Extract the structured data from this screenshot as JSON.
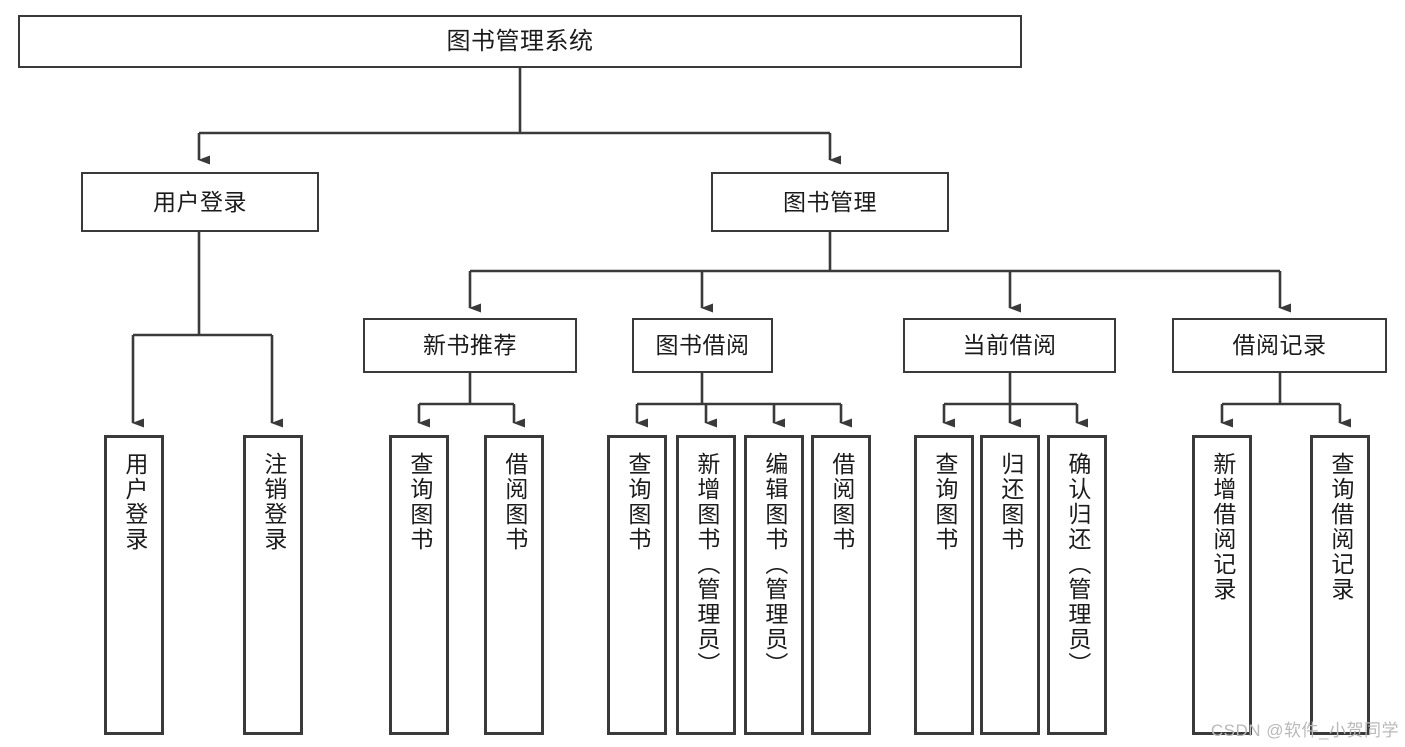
{
  "diagram": {
    "title": "图书管理系统",
    "type": "functional-structure-tree",
    "colors": {
      "box_border": "#3a3a3a",
      "box_fill": "#ffffff",
      "connector": "#3a3a3a",
      "text": "#1b1b1b",
      "watermark": "#b9b9b9"
    },
    "watermark": "CSDN @软件_小贺同学"
  },
  "nodes": {
    "root": {
      "label": "图书管理系统"
    },
    "level1": [
      {
        "label": "用户登录"
      },
      {
        "label": "图书管理"
      }
    ],
    "level2": [
      {
        "label": "新书推荐"
      },
      {
        "label": "图书借阅"
      },
      {
        "label": "当前借阅"
      },
      {
        "label": "借阅记录"
      }
    ],
    "leaves": {
      "user_login": [
        {
          "label": "用户登录"
        },
        {
          "label": "注销登录"
        }
      ],
      "new_book_recommend": [
        {
          "label": "查询图书"
        },
        {
          "label": "借阅图书"
        }
      ],
      "book_borrow": [
        {
          "label": "查询图书"
        },
        {
          "label": "新增图书（管理员）"
        },
        {
          "label": "编辑图书（管理员）"
        },
        {
          "label": "借阅图书"
        }
      ],
      "current_borrow": [
        {
          "label": "查询图书"
        },
        {
          "label": "归还图书"
        },
        {
          "label": "确认归还（管理员）"
        }
      ],
      "borrow_record": [
        {
          "label": "新增借阅记录"
        },
        {
          "label": "查询借阅记录"
        }
      ]
    }
  }
}
